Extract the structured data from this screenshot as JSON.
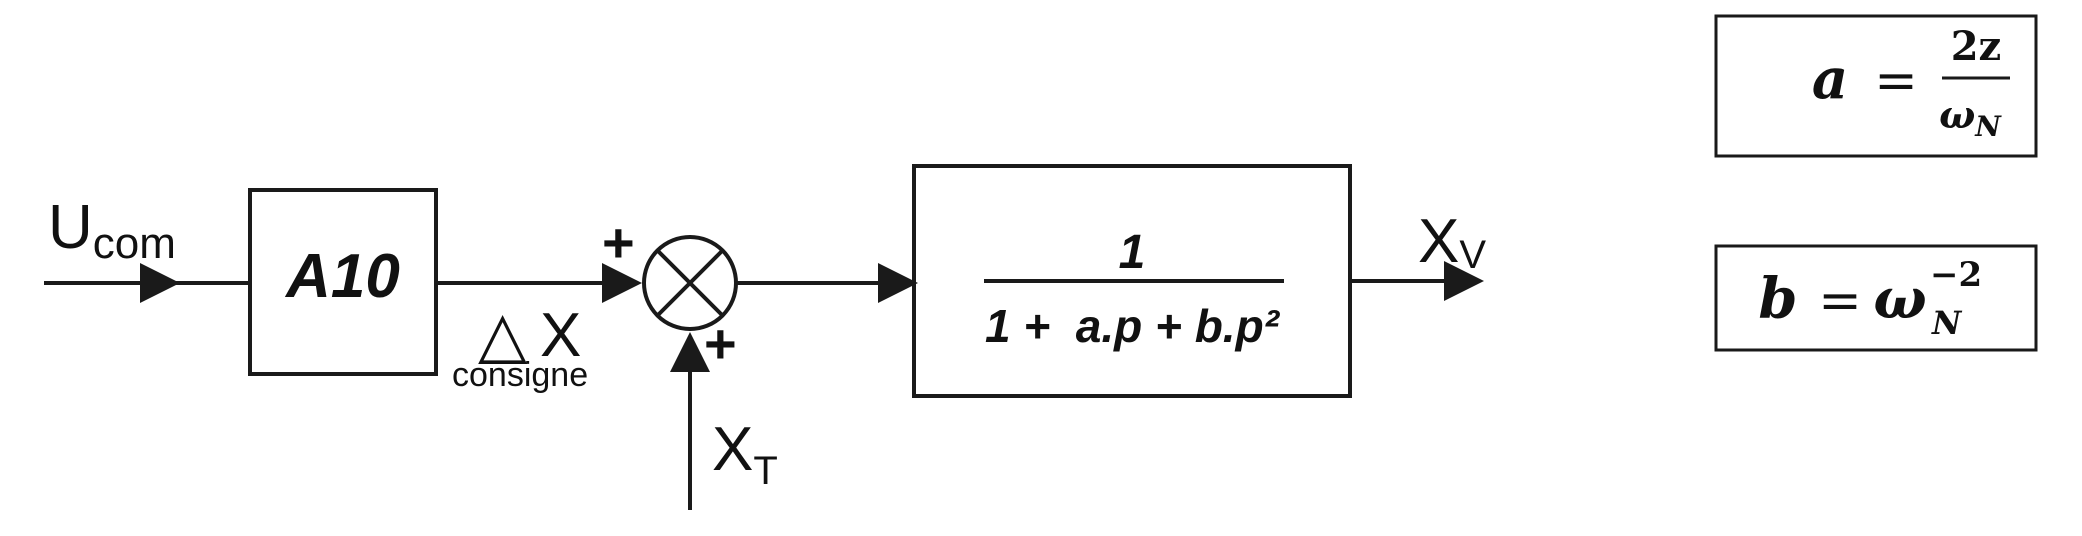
{
  "diagram": {
    "input": {
      "main": "U",
      "sub": "com"
    },
    "gain_block": {
      "label": "A10"
    },
    "setpoint": {
      "delta": "△",
      "main": "X",
      "sub": "consigne"
    },
    "summer": {
      "sign_top": "+",
      "sign_bottom": "+"
    },
    "disturbance": {
      "main": "X",
      "sub": "T"
    },
    "transfer_block": {
      "numerator": "1",
      "denominator": "1 +  a.p + b.p²"
    },
    "output": {
      "main": "X",
      "sub": "V"
    }
  },
  "definitions": {
    "a": {
      "lhs": "a",
      "equals": "=",
      "numerator": "2z",
      "denominator_base": "ω",
      "denominator_sub": "N"
    },
    "b": {
      "lhs": "b",
      "equals": "=",
      "base": "ω",
      "sub": "N",
      "sup": "−2"
    }
  },
  "colors": {
    "stroke": "#1a1a1a",
    "text": "#111111",
    "background": "#ffffff"
  }
}
